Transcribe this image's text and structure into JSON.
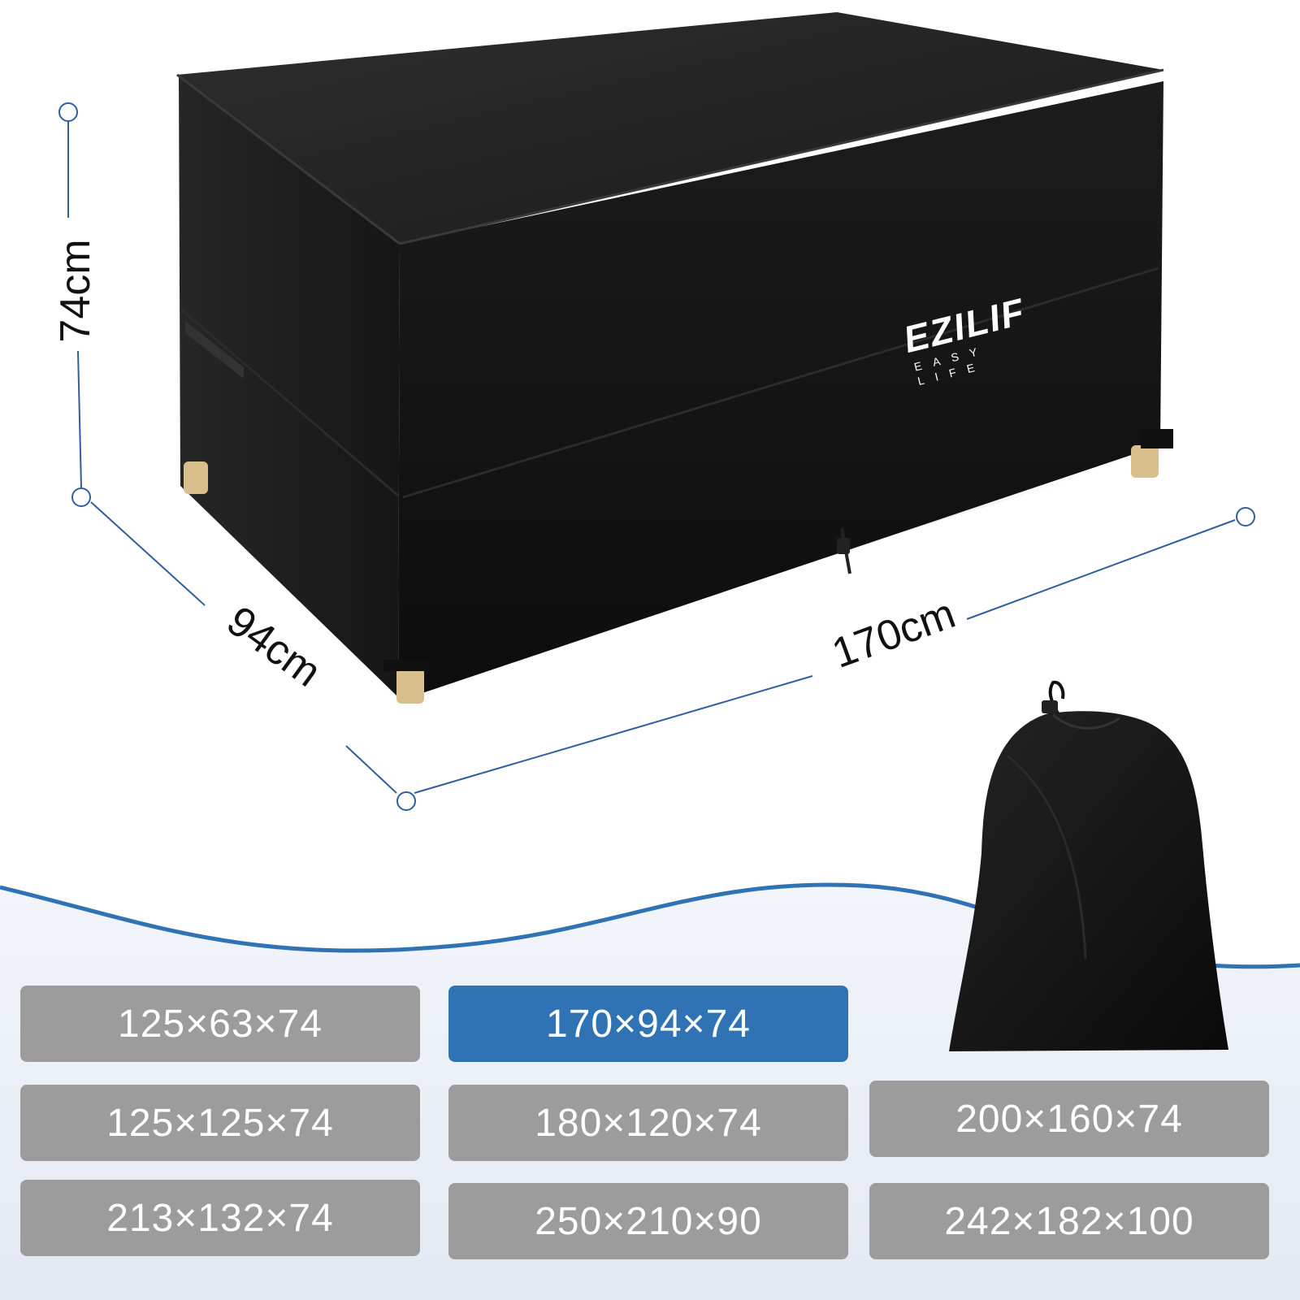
{
  "product": {
    "dimensions": {
      "height_label": "74cm",
      "depth_label": "94cm",
      "length_label": "170cm"
    },
    "brand": {
      "logo_text": "EZILIF",
      "tagline": "EASY LIFE"
    }
  },
  "sizes": [
    {
      "label": "125×63×74",
      "selected": false
    },
    {
      "label": "170×94×74",
      "selected": true
    },
    {
      "label": "125×125×74",
      "selected": false
    },
    {
      "label": "180×120×74",
      "selected": false
    },
    {
      "label": "200×160×74",
      "selected": false
    },
    {
      "label": "213×132×74",
      "selected": false
    },
    {
      "label": "250×210×90",
      "selected": false
    },
    {
      "label": "242×182×100",
      "selected": false
    }
  ],
  "colors": {
    "accent": "#2f73b5",
    "inactive_button": "#9c9c9c",
    "cover": "#141414",
    "band_background": "#e9eef6"
  },
  "icons": [
    "dimension-endpoint-icon",
    "storage-bag-icon"
  ]
}
